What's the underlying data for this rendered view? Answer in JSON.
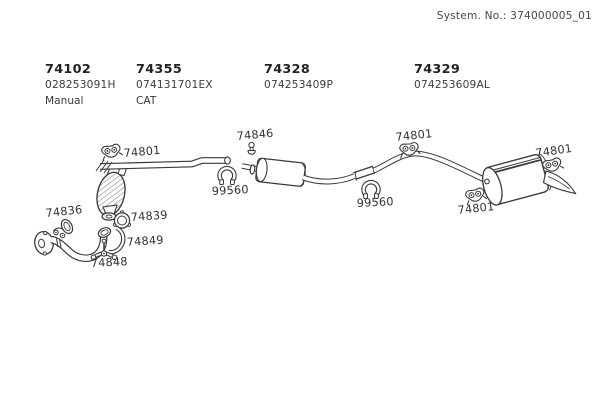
{
  "header": {
    "system_label": "System. No.:",
    "system_value": "374000005_01"
  },
  "parts": [
    {
      "number": "74102",
      "code": "028253091H",
      "note": "Manual"
    },
    {
      "number": "74355",
      "code": "074131701EX",
      "note": "CAT"
    },
    {
      "number": "74328",
      "code": "074253409P",
      "note": ""
    },
    {
      "number": "74329",
      "code": "074253609AL",
      "note": ""
    }
  ],
  "diagram": {
    "labels": [
      {
        "text": "74801",
        "part": "front-hanger"
      },
      {
        "text": "74846",
        "part": "center-clamp"
      },
      {
        "text": "99560",
        "part": "front-ring-clamp"
      },
      {
        "text": "99560",
        "part": "rear-ring-clamp"
      },
      {
        "text": "74801",
        "part": "mid-hanger"
      },
      {
        "text": "74801",
        "part": "rear-top-hanger"
      },
      {
        "text": "74801",
        "part": "rear-bottom-hanger"
      },
      {
        "text": "74836",
        "part": "front-pipe-clamp"
      },
      {
        "text": "74839",
        "part": "flange-gasket"
      },
      {
        "text": "74849",
        "part": "support-bracket"
      },
      {
        "text": "74848",
        "part": "mount-bolt"
      }
    ]
  },
  "colors": {
    "ink": "#3a3a3a",
    "text_primary": "#222222",
    "text_secondary": "#3c3c3c",
    "background": "#ffffff"
  }
}
